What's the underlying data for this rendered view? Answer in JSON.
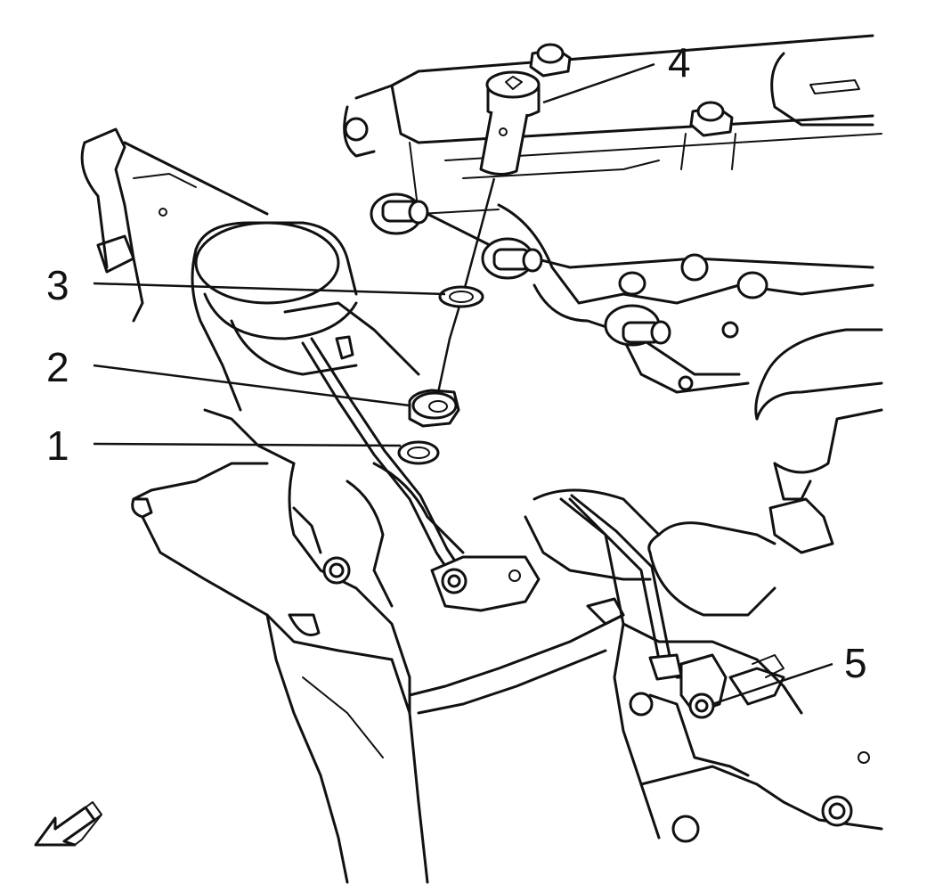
{
  "callouts": [
    {
      "id": "1",
      "label": "1"
    },
    {
      "id": "2",
      "label": "2"
    },
    {
      "id": "3",
      "label": "3"
    },
    {
      "id": "4",
      "label": "4"
    },
    {
      "id": "5",
      "label": "5"
    }
  ],
  "icons": {
    "direction": "front-arrow-icon"
  },
  "colors": {
    "line": "#111111",
    "background": "#ffffff"
  }
}
